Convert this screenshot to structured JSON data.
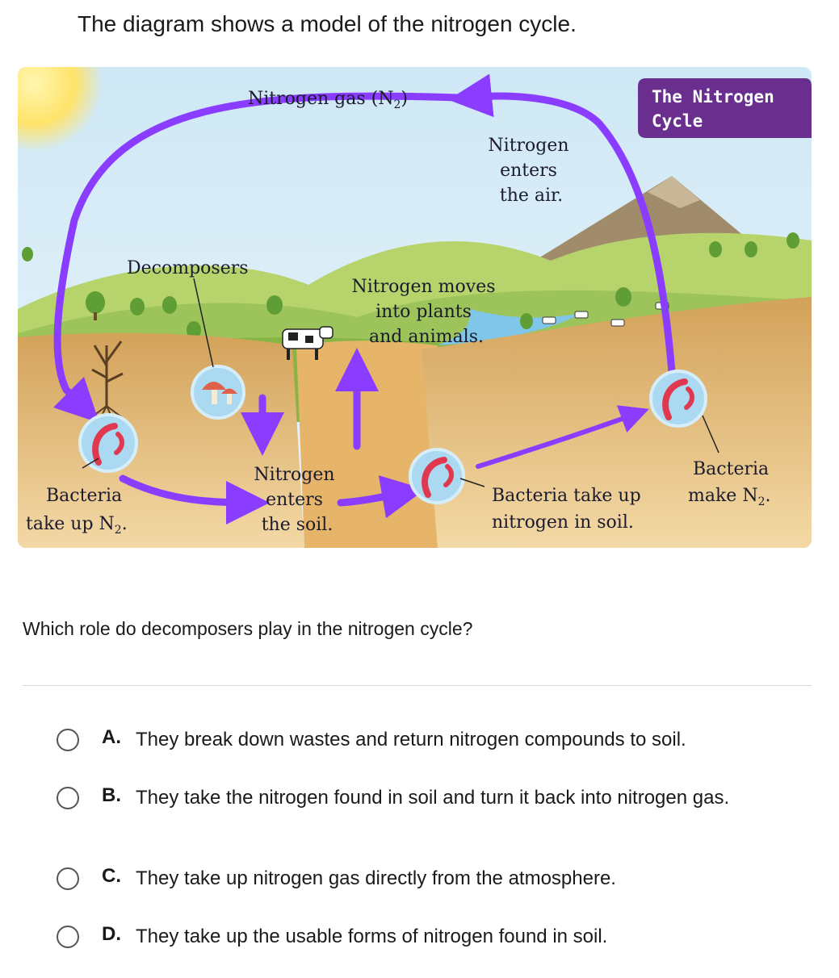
{
  "intro": "The diagram shows a model of the nitrogen cycle.",
  "diagram": {
    "title_line1": "The Nitrogen",
    "title_line2": "Cycle",
    "nitrogen_gas": "Nitrogen gas (N",
    "nitrogen_gas_sub": "2",
    "nitrogen_gas_close": ")",
    "enters_air": [
      "Nitrogen",
      "enters",
      "the air."
    ],
    "decomposers": "Decomposers",
    "moves_into": [
      "Nitrogen moves",
      "into plants",
      "and animals."
    ],
    "enters_soil": [
      "Nitrogen",
      "enters",
      "the soil."
    ],
    "bacteria_take_up_n2": [
      "Bacteria",
      "take up N",
      "2",
      "."
    ],
    "bacteria_take_up_soil": [
      "Bacteria take up",
      "nitrogen in soil."
    ],
    "bacteria_make_n2": [
      "Bacteria",
      "make N",
      "2",
      "."
    ],
    "colors": {
      "arrow": "#8b3dff",
      "title_bg": "#6a2f8e",
      "soil": "#c9954a",
      "hill": "#a6c85a",
      "sky": "#d6ecf6"
    }
  },
  "question": "Which role do decomposers play in the nitrogen cycle?",
  "options": [
    {
      "letter": "A.",
      "text": "They break down wastes and return nitrogen compounds to soil."
    },
    {
      "letter": "B.",
      "text": "They take the nitrogen found in soil and turn it back into nitrogen gas."
    },
    {
      "letter": "C.",
      "text": "They take up nitrogen gas directly from the atmosphere."
    },
    {
      "letter": "D.",
      "text": "They take up the usable forms of nitrogen found in soil."
    }
  ]
}
